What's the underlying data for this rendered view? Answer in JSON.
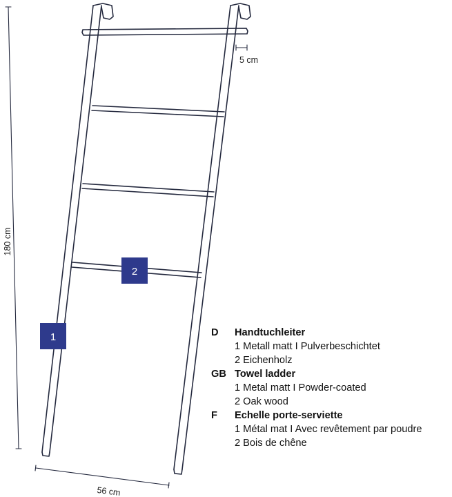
{
  "dimensions": {
    "height": "180 cm",
    "width": "56 cm",
    "spacing": "5 cm"
  },
  "badges": [
    "1",
    "2"
  ],
  "colors": {
    "line": "#24293e",
    "badge": "#2e3a8c",
    "badge_text": "#ffffff"
  },
  "legend": [
    {
      "code": "D",
      "title": "Handtuchleiter",
      "items": [
        "1 Metall matt I Pulverbeschichtet",
        "2 Eichenholz"
      ]
    },
    {
      "code": "GB",
      "title": "Towel ladder",
      "items": [
        "1 Metal matt I Powder-coated",
        "2 Oak wood"
      ]
    },
    {
      "code": "F",
      "title": "Echelle porte-serviette",
      "items": [
        "1 Métal mat I Avec revêtement par poudre",
        "2 Bois de chêne"
      ]
    }
  ]
}
